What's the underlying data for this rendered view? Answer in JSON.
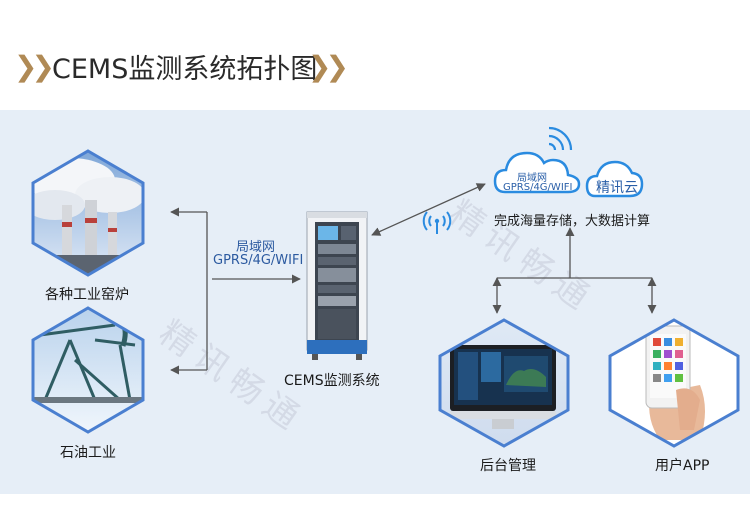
{
  "title": "CEMS监测系统拓扑图",
  "title_chevrons": "❯❯",
  "colors": {
    "accent": "#b08a55",
    "panel": "#e6eef7",
    "hex_border": "#4a7fd0",
    "cloud": "#2a8be0",
    "arrow": "#555555"
  },
  "nodes": {
    "kiln": {
      "label": "各种工业窑炉"
    },
    "oil": {
      "label": "石油工业"
    },
    "cems": {
      "label": "CEMS监测系统"
    },
    "backend": {
      "label": "后台管理"
    },
    "app": {
      "label": "用户APP"
    }
  },
  "link_left": {
    "line1": "局域网",
    "line2": "GPRS/4G/WIFI"
  },
  "cloud": {
    "net_line1": "局域网",
    "net_line2": "GPRS/4G/WIFI",
    "brand": "精讯云",
    "caption": "完成海量存储，大数据计算"
  },
  "watermark": "精讯畅通",
  "icons": [
    "chevron-icon",
    "wifi-signal-icon",
    "cloud-icon",
    "smartphone-icon",
    "monitor-icon",
    "cabinet-icon"
  ]
}
